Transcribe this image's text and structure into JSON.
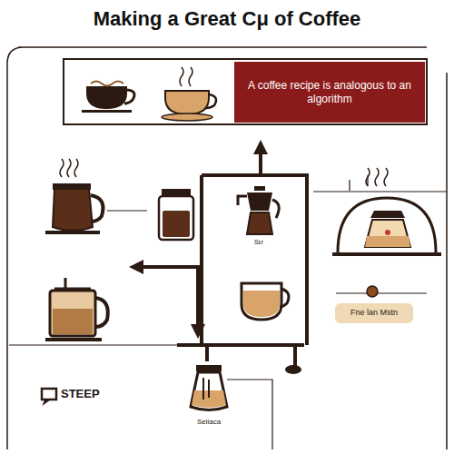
{
  "diagram": {
    "title": "Making a Great Cμ of Coffee",
    "nodes": [
      {
        "text": [
          "A coffee recipe is analogous to an algorithm"
        ]
      },
      {
        "text": [
          "Fne lan Mstn"
        ]
      }
    ],
    "labels": [
      "Sεr",
      "STEEP",
      "Seliaca"
    ]
  }
}
